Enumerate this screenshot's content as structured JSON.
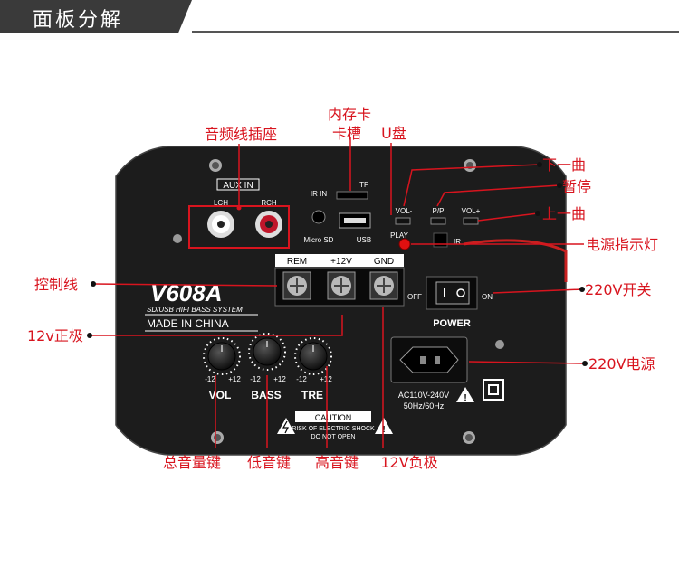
{
  "header": {
    "title": "面板分解"
  },
  "callouts": {
    "memory_card_line1": "内存卡",
    "memory_card_line2": "卡槽",
    "usb_disk": "U盘",
    "audio_jack": "音频线插座",
    "next_track": "下一曲",
    "pause": "暂停",
    "prev_track": "上一曲",
    "power_indicator": "电源指示灯",
    "control_wire": "控制线",
    "switch_220v": "220V开关",
    "positive_12v": "12v正极",
    "power_220v": "220V电源",
    "master_volume": "总音量键",
    "bass_knob": "低音键",
    "treble_knob": "高音键",
    "negative_12v": "12V负极"
  },
  "panel": {
    "aux_in": "AUX IN",
    "lch": "LCH",
    "rch": "RCH",
    "ir_in": "IR IN",
    "micro_sd": "Micro SD",
    "tf": "TF",
    "usb": "USB",
    "vol_minus": "VOL-",
    "pp": "P/P",
    "vol_plus": "VOL+",
    "play": "PLAY",
    "ir": "IR",
    "model": "V608A",
    "subtitle": "SD/USB HIFI BASS SYSTEM",
    "made_in": "MADE IN CHINA",
    "rem": "REM",
    "plus12v": "+12V",
    "gnd": "GND",
    "off": "OFF",
    "on": "ON",
    "power": "POWER",
    "minus12": "-12",
    "plus12": "+12",
    "vol": "VOL",
    "bass": "BASS",
    "tre": "TRE",
    "caution": "CAUTION",
    "risk": "RISK OF ELECTRIC SHOCK",
    "do_not_open": "DO NOT OPEN",
    "ac_rating": "AC110V-240V",
    "freq": "50Hz/60Hz"
  },
  "colors": {
    "callout_red": "#d8141e",
    "panel": "#1c1c1c",
    "header": "#3a3a3a"
  }
}
